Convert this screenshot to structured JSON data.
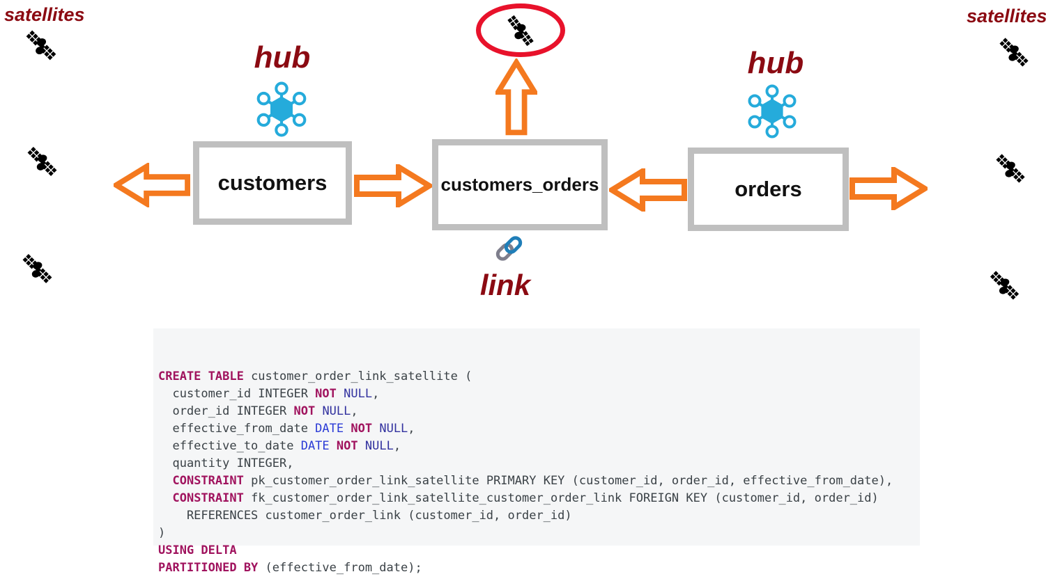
{
  "diagram": {
    "labels": {
      "satellites_left": "satellites",
      "satellites_right": "satellites",
      "hub_left": "hub",
      "hub_right": "hub",
      "link": "link"
    },
    "boxes": {
      "customers": "customers",
      "customers_orders": "customers_orders",
      "orders": "orders"
    },
    "icons": {
      "satellite": "satellite-icon",
      "hub": "hub-network-icon",
      "link": "chain-link-icon",
      "arrow": "hollow-arrow-icon",
      "highlight": "red-ellipse-highlight"
    }
  },
  "colors": {
    "maroon": "#8B0A12",
    "orange": "#F4791F",
    "cyan": "#25ABDB",
    "red": "#E8122B",
    "box_border": "#BFBFBF",
    "code_bg": "#F5F6F7",
    "code_keyword": "#A0135E",
    "code_type": "#2B3BD6",
    "code_null": "#32329F",
    "code_plain": "#3A4146"
  },
  "code": {
    "language": "sql",
    "lines": [
      [
        {
          "c": "k",
          "t": "CREATE TABLE"
        },
        {
          "c": "p",
          "t": " customer_order_link_satellite ("
        }
      ],
      [
        {
          "c": "p",
          "t": "  customer_id INTEGER "
        },
        {
          "c": "k",
          "t": "NOT"
        },
        {
          "c": "p",
          "t": " "
        },
        {
          "c": "n",
          "t": "NULL"
        },
        {
          "c": "p",
          "t": ","
        }
      ],
      [
        {
          "c": "p",
          "t": "  order_id INTEGER "
        },
        {
          "c": "k",
          "t": "NOT"
        },
        {
          "c": "p",
          "t": " "
        },
        {
          "c": "n",
          "t": "NULL"
        },
        {
          "c": "p",
          "t": ","
        }
      ],
      [
        {
          "c": "p",
          "t": "  effective_from_date "
        },
        {
          "c": "d",
          "t": "DATE"
        },
        {
          "c": "p",
          "t": " "
        },
        {
          "c": "k",
          "t": "NOT"
        },
        {
          "c": "p",
          "t": " "
        },
        {
          "c": "n",
          "t": "NULL"
        },
        {
          "c": "p",
          "t": ","
        }
      ],
      [
        {
          "c": "p",
          "t": "  effective_to_date "
        },
        {
          "c": "d",
          "t": "DATE"
        },
        {
          "c": "p",
          "t": " "
        },
        {
          "c": "k",
          "t": "NOT"
        },
        {
          "c": "p",
          "t": " "
        },
        {
          "c": "n",
          "t": "NULL"
        },
        {
          "c": "p",
          "t": ","
        }
      ],
      [
        {
          "c": "p",
          "t": "  quantity INTEGER,"
        }
      ],
      [
        {
          "c": "p",
          "t": "  "
        },
        {
          "c": "k",
          "t": "CONSTRAINT"
        },
        {
          "c": "p",
          "t": " pk_customer_order_link_satellite PRIMARY KEY (customer_id, order_id, effective_from_date),"
        }
      ],
      [
        {
          "c": "p",
          "t": "  "
        },
        {
          "c": "k",
          "t": "CONSTRAINT"
        },
        {
          "c": "p",
          "t": " fk_customer_order_link_satellite_customer_order_link FOREIGN KEY (customer_id, order_id)"
        }
      ],
      [
        {
          "c": "p",
          "t": "    REFERENCES customer_order_link (customer_id, order_id)"
        }
      ],
      [
        {
          "c": "p",
          "t": ")"
        }
      ],
      [
        {
          "c": "k",
          "t": "USING DELTA"
        }
      ],
      [
        {
          "c": "k",
          "t": "PARTITIONED BY"
        },
        {
          "c": "p",
          "t": " (effective_from_date);"
        }
      ]
    ]
  }
}
